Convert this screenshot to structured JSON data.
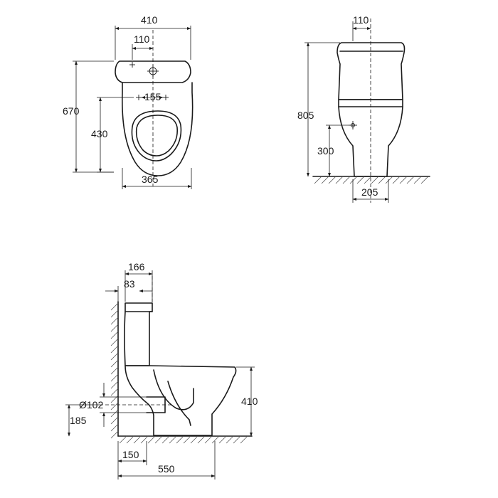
{
  "top_view": {
    "overall_width": "410",
    "tank_offset": "110",
    "overall_depth": "670",
    "bowl_depth": "430",
    "fixing_centers": "155",
    "bowl_width": "365"
  },
  "front_view": {
    "tank_offset": "110",
    "overall_height": "805",
    "outlet_height": "300",
    "base_width": "205"
  },
  "side_view": {
    "tank_depth": "166",
    "tank_offset": "83",
    "outlet_diameter": "Ø102",
    "outlet_axis_height": "185",
    "rim_height": "410",
    "outlet_to_wall": "150",
    "overall_length": "550"
  }
}
